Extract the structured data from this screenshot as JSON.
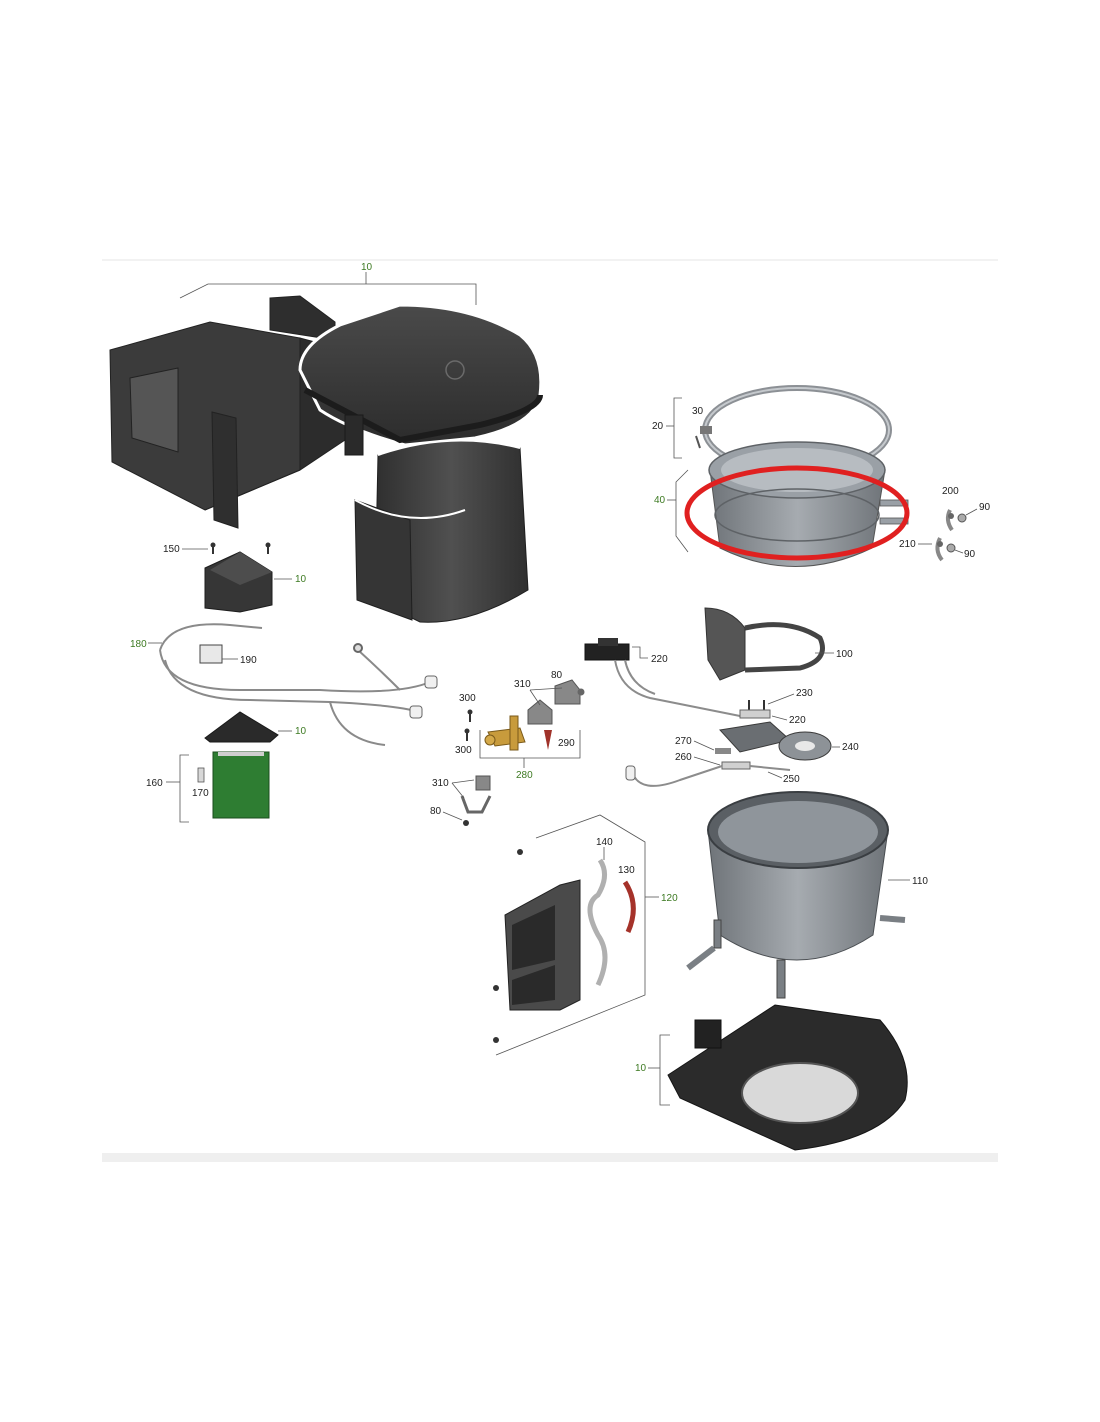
{
  "diagram": {
    "type": "exploded-parts-view",
    "colors": {
      "panel_dark": "#3a3a3a",
      "panel_mid": "#4d4d4d",
      "steel": "#8a8f94",
      "highlight_ellipse": "#e02020",
      "assembly_label": "#3d7a22",
      "pcb": "#2e7d32",
      "copper_ring": "#a5322a"
    },
    "labels": {
      "top_cabinet": "10",
      "bracket": "10",
      "harness": "180",
      "harness_connector": "190",
      "corner_piece": "10",
      "control_board": "160",
      "board_fuse": "170",
      "screw_a": "150",
      "cover_ring": "20",
      "cover_screw": "30",
      "pot_assembly": "40",
      "elbow_top": "200",
      "elbow_bottom": "210",
      "nut_top": "90",
      "nut_bottom": "90",
      "ignition_box": "220",
      "heat_shield": "100",
      "screw_230": "230",
      "thermocouple": "220",
      "burner": "240",
      "electrode": "270",
      "clip_260": "260",
      "pilot": "250",
      "valve_bracket_top": "310",
      "valve_nut_top": "80",
      "valve_screw_top": "300",
      "valve_screw_bottom": "300",
      "gas_valve_assembly": "280",
      "valve_seal": "290",
      "valve_bracket_bottom": "310",
      "valve_nut_bottom": "80",
      "handle": "140",
      "handle_insert": "130",
      "handle_assembly": "120",
      "cylinder": "110",
      "base_plate": "10"
    }
  }
}
